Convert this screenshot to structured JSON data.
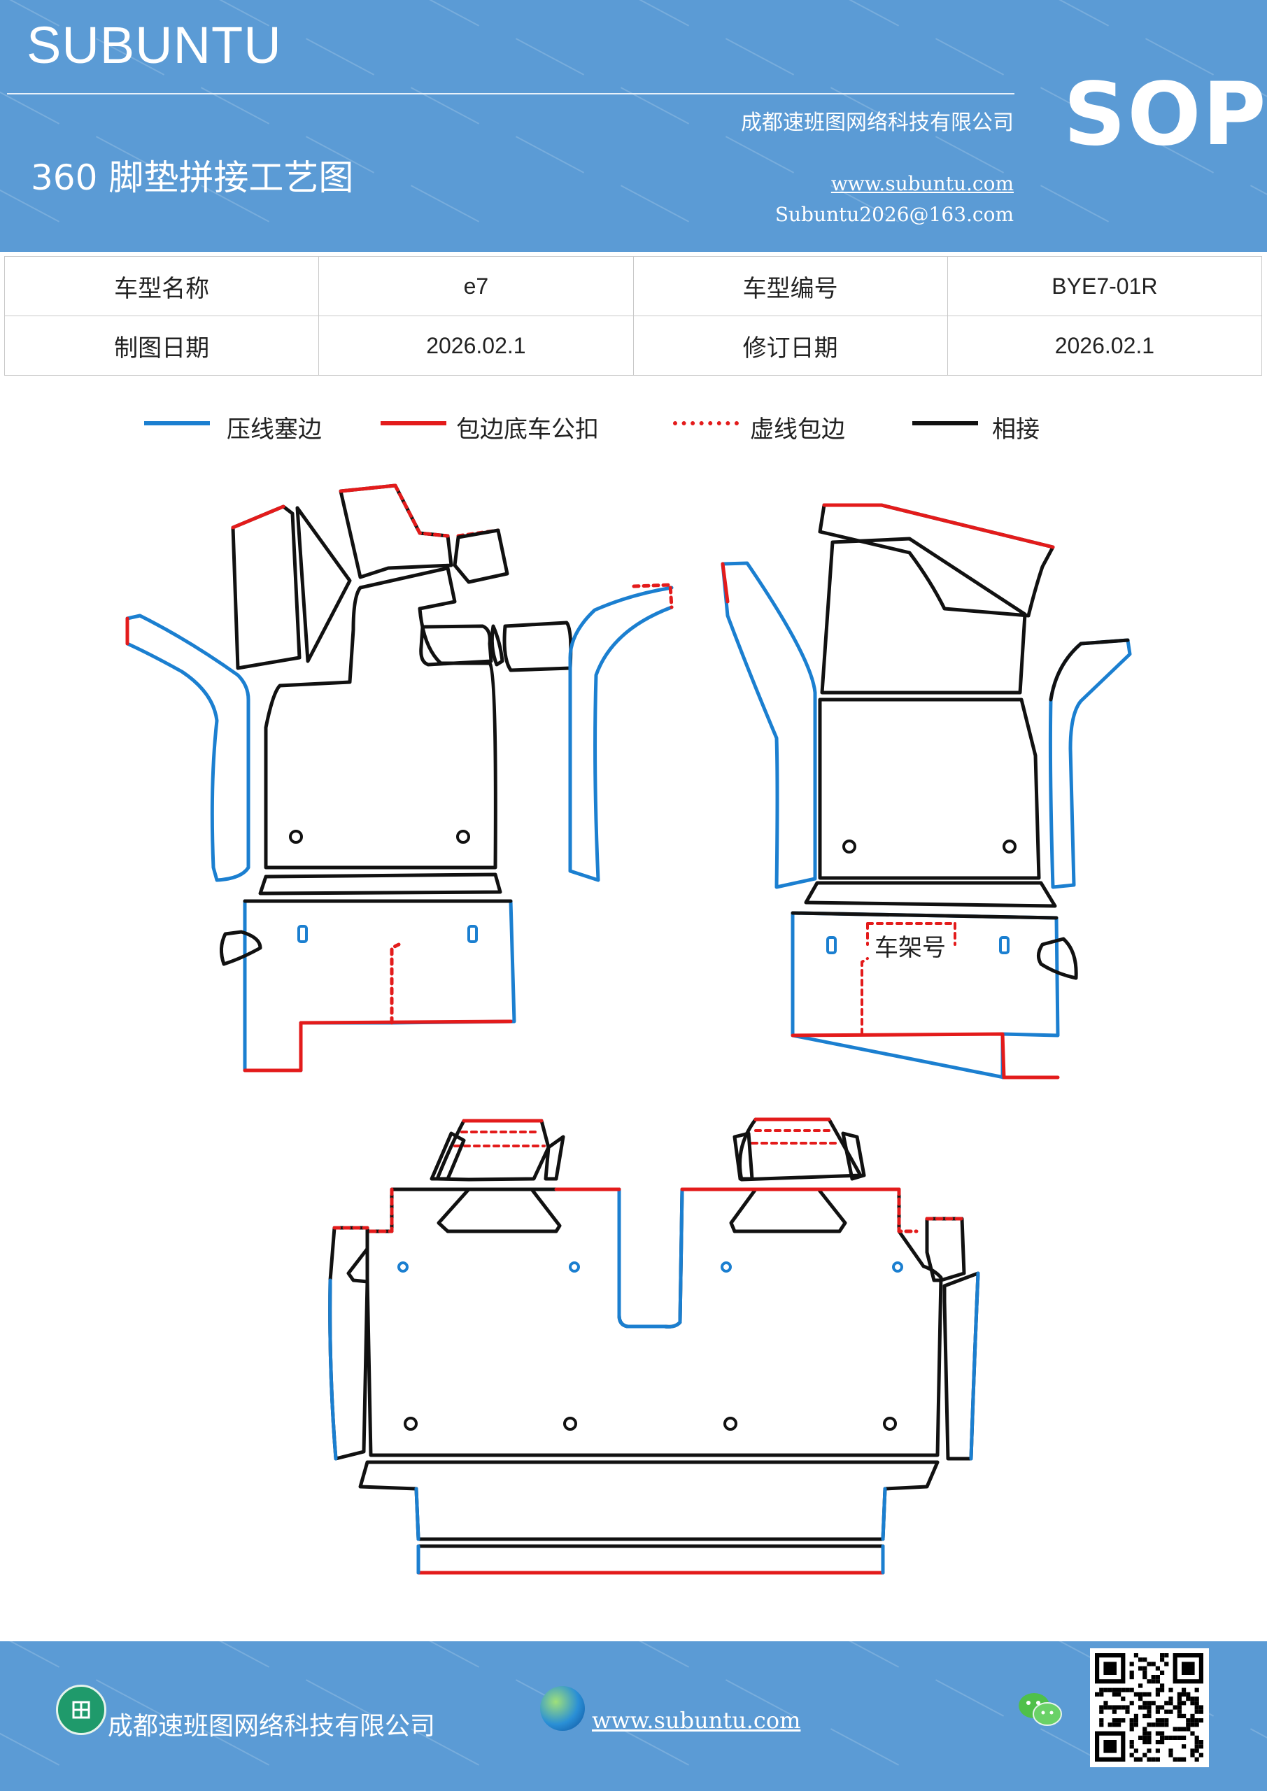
{
  "header": {
    "brand": "SUBUNTU",
    "title": "360 脚垫拼接工艺图",
    "company": "成都速班图网络科技有限公司",
    "website": "www.subuntu.com",
    "email": "Subuntu2026@163.com",
    "badge": "SOP"
  },
  "info_table": {
    "model_name_label": "车型名称",
    "model_name": "e7",
    "model_code_label": "车型编号",
    "model_code": "BYE7-01R",
    "draw_date_label": "制图日期",
    "draw_date": "2026.02.1",
    "revise_date_label": "修订日期",
    "revise_date": "2026.02.1"
  },
  "legend": [
    {
      "label": "压线塞边",
      "color": "#1b7fd0",
      "style": "solid"
    },
    {
      "label": "包边底车公扣",
      "color": "#e31b1b",
      "style": "solid"
    },
    {
      "label": "虚线包边",
      "color": "#e31b1b",
      "style": "dashed"
    },
    {
      "label": "相接",
      "color": "#111111",
      "style": "solid"
    }
  ],
  "diagram": {
    "vin_label": "车架号"
  },
  "footer": {
    "company": "成都速班图网络科技有限公司",
    "website": "www.subuntu.com"
  },
  "colors": {
    "header_bg": "#5b9bd5",
    "blue_line": "#1b7fd0",
    "red_line": "#e31b1b",
    "black_line": "#111111"
  }
}
